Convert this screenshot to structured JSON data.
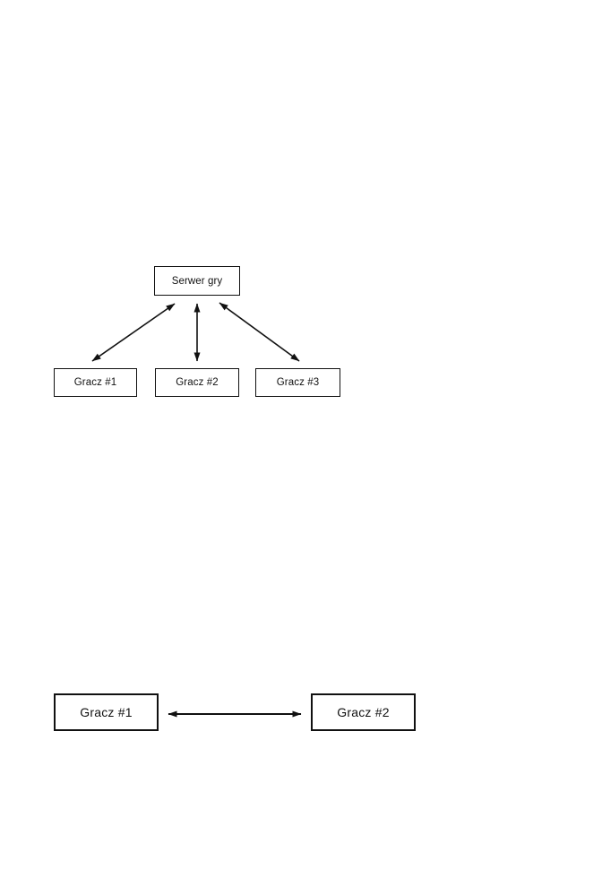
{
  "figure_top": {
    "server": {
      "label": "Serwer gry"
    },
    "players": [
      {
        "label": "Gracz #1"
      },
      {
        "label": "Gracz #2"
      },
      {
        "label": "Gracz #3"
      }
    ],
    "links": [
      {
        "from": "Serwer gry",
        "to": "Gracz #1",
        "direction": "bidirectional"
      },
      {
        "from": "Serwer gry",
        "to": "Gracz #2",
        "direction": "bidirectional"
      },
      {
        "from": "Serwer gry",
        "to": "Gracz #3",
        "direction": "bidirectional"
      }
    ]
  },
  "figure_bottom": {
    "players": [
      {
        "label": "Gracz #1"
      },
      {
        "label": "Gracz #2"
      }
    ],
    "links": [
      {
        "from": "Gracz #1",
        "to": "Gracz #2",
        "direction": "bidirectional"
      }
    ]
  },
  "colors": {
    "ink": "#111111",
    "background": "#ffffff"
  }
}
